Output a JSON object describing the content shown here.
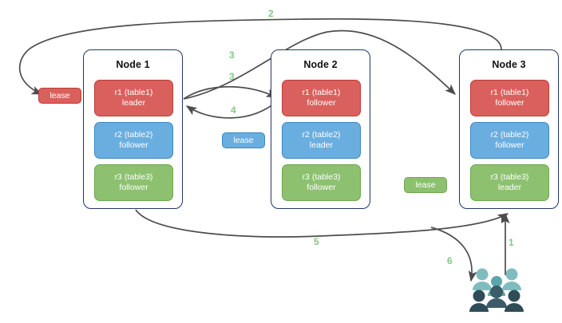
{
  "diagram": {
    "title": "Distributed SQL lease and range-leader routing diagram",
    "colors": {
      "node_border": "#22366b",
      "red": "#d9605d",
      "blue": "#6aaee0",
      "green": "#8dc170",
      "arrow": "#4d4d4d",
      "step_label": "#82c785",
      "users_light": "#7fbcc0",
      "users_dark": "#3b5c68"
    },
    "nodes": [
      {
        "id": "node-1",
        "title": "Node 1",
        "replicas": [
          {
            "name": "r1 (table1)",
            "role": "leader",
            "color": "red"
          },
          {
            "name": "r2 (table2)",
            "role": "follower",
            "color": "blue"
          },
          {
            "name": "r3 (table3)",
            "role": "follower",
            "color": "green"
          }
        ]
      },
      {
        "id": "node-2",
        "title": "Node 2",
        "replicas": [
          {
            "name": "r1 (table1)",
            "role": "follower",
            "color": "red"
          },
          {
            "name": "r2 (table2)",
            "role": "leader",
            "color": "blue"
          },
          {
            "name": "r3 (table3)",
            "role": "follower",
            "color": "green"
          }
        ]
      },
      {
        "id": "node-3",
        "title": "Node 3",
        "replicas": [
          {
            "name": "r1 (table1)",
            "role": "follower",
            "color": "red"
          },
          {
            "name": "r2 (table2)",
            "role": "follower",
            "color": "blue"
          },
          {
            "name": "r3 (table3)",
            "role": "leader",
            "color": "green"
          }
        ]
      }
    ],
    "leases": [
      {
        "id": "lease-1",
        "label": "lease",
        "color": "red"
      },
      {
        "id": "lease-2",
        "label": "lease",
        "color": "blue"
      },
      {
        "id": "lease-3",
        "label": "lease",
        "color": "green"
      }
    ],
    "steps": [
      {
        "id": "step-1",
        "label": "1"
      },
      {
        "id": "step-2",
        "label": "2"
      },
      {
        "id": "step-3a",
        "label": "3"
      },
      {
        "id": "step-3b",
        "label": "3"
      },
      {
        "id": "step-4",
        "label": "4"
      },
      {
        "id": "step-5",
        "label": "5"
      },
      {
        "id": "step-6",
        "label": "6"
      }
    ],
    "actors": {
      "users_icon": "users-icon",
      "people_count": 5
    }
  }
}
